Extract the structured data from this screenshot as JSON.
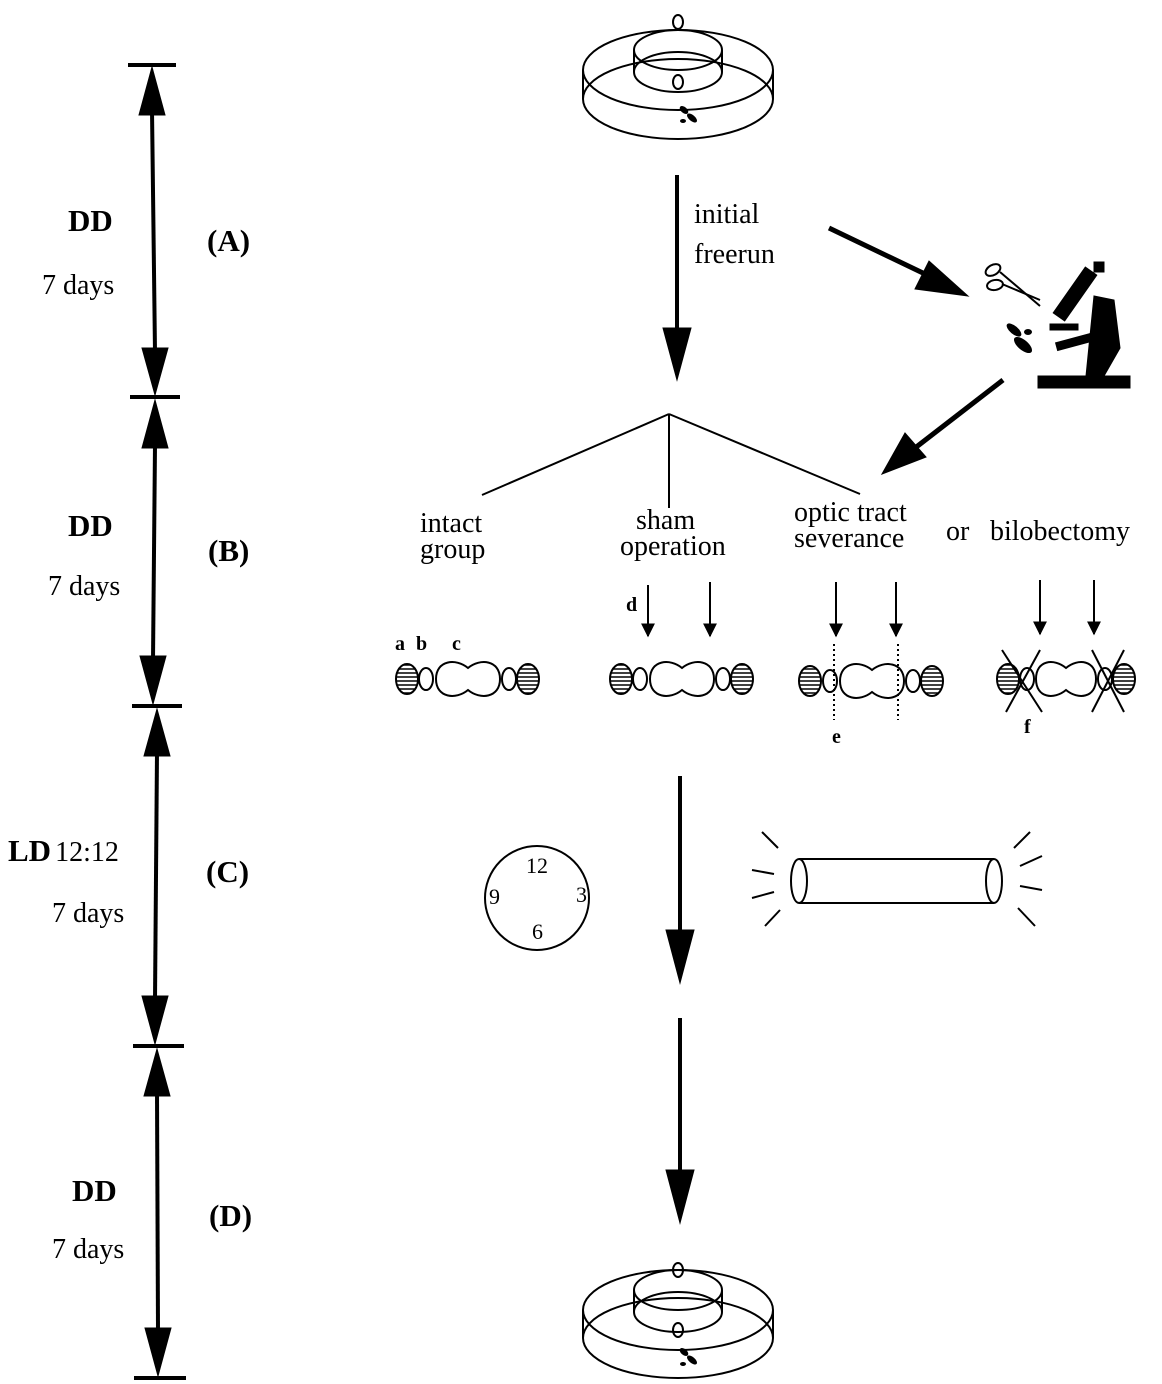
{
  "timeline": {
    "phases": [
      {
        "step": "(A)",
        "condition": "DD",
        "condition_extra": "",
        "duration": "7 days"
      },
      {
        "step": "(B)",
        "condition": "DD",
        "condition_extra": "",
        "duration": "7 days"
      },
      {
        "step": "(C)",
        "condition": "LD",
        "condition_extra": "12:12",
        "duration": "7 days"
      },
      {
        "step": "(D)",
        "condition": "DD",
        "condition_extra": "",
        "duration": "7 days"
      }
    ]
  },
  "flow": {
    "initial_label_1": "initial",
    "initial_label_2": "freerun"
  },
  "groups": {
    "intact_1": "intact",
    "intact_2": "group",
    "sham_1": "sham",
    "sham_2": "operation",
    "optic_1": "optic tract",
    "optic_2": "severance",
    "or_label": "or",
    "bilob": "bilobectomy"
  },
  "anatomy_labels": {
    "a": "a",
    "b": "b",
    "c": "c",
    "d": "d",
    "e": "e",
    "f": "f"
  },
  "clock": {
    "n12": "12",
    "n3": "3",
    "n6": "6",
    "n9": "9"
  }
}
